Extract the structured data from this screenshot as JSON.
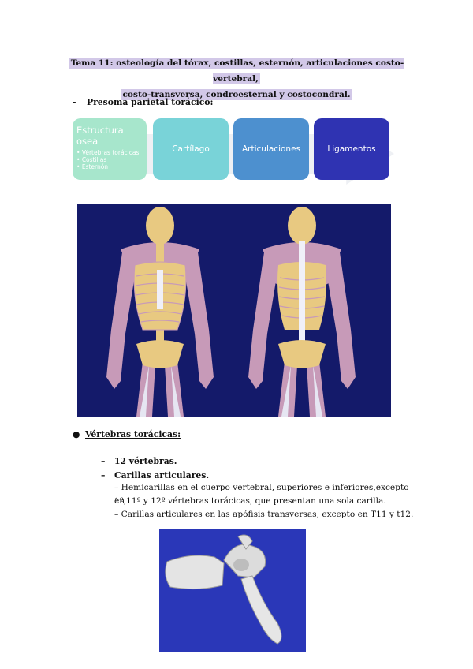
{
  "title": {
    "line1": "Tema 11: osteología del tórax, costillas, esternón, articulaciones costo-vertebral,",
    "line2": "costo-transversa, condroesternal y costocondral."
  },
  "section1": {
    "dash": "-",
    "heading": "Presoma parietal torácico:"
  },
  "flow": {
    "box1": {
      "title": "Estructura osea",
      "items": [
        "Vértebras torácicas",
        "Costillas",
        "Esternón"
      ],
      "color": "#a7e6cc"
    },
    "box2": {
      "label": "Cartílago",
      "color": "#79d3d8"
    },
    "box3": {
      "label": "Articulaciones",
      "color": "#4d90cf"
    },
    "box4": {
      "label": "Ligamentos",
      "color": "#2f33b2"
    }
  },
  "section2": {
    "bullet": "●",
    "heading": "Vértebras torácicas:",
    "items": [
      {
        "dash": "–",
        "text": "12 vértebras."
      },
      {
        "dash": "–",
        "text": "Carillas articulares."
      }
    ],
    "subitems": [
      "– Hemicarillas en  el cuerpo vertebral, superiores e inferiores,excepto en",
      "1º,11º y 12º vértebras torácicas, que presentan una sola carilla.",
      "– Carillas articulares en las apófisis transversas, excepto en T11 y t12."
    ]
  }
}
